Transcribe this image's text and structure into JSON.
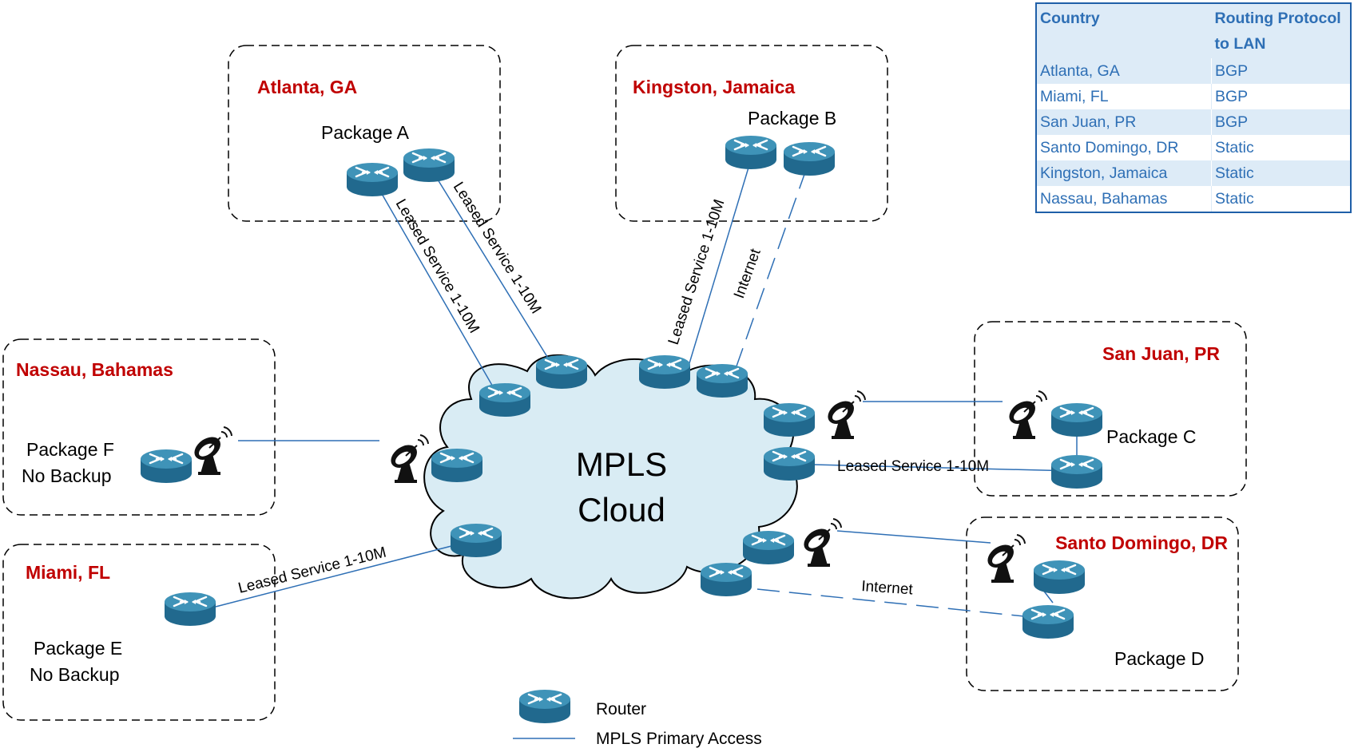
{
  "colors": {
    "site_title": "#c00000",
    "link_line": "#2e6fb5",
    "cloud_fill": "#d9ecf4",
    "router_top": "#3f93b8",
    "router_side": "#21698e",
    "table_header_bg": "#ddebf7",
    "table_text": "#2e6fb5"
  },
  "cloud": {
    "line1": "MPLS",
    "line2": "Cloud"
  },
  "sites": {
    "atlanta": {
      "title": "Atlanta, GA",
      "package": "Package A"
    },
    "kingston": {
      "title": "Kingston, Jamaica",
      "package": "Package B"
    },
    "nassau": {
      "title": "Nassau, Bahamas",
      "package": "Package F",
      "note": "No Backup"
    },
    "miami": {
      "title": "Miami, FL",
      "package": "Package E",
      "note": "No Backup"
    },
    "san_juan": {
      "title": "San Juan, PR",
      "package": "Package C"
    },
    "santo_domingo": {
      "title": "Santo Domingo, DR",
      "package": "Package D"
    }
  },
  "links": {
    "atlanta_1": "Leased Service 1-10M",
    "atlanta_2": "Leased Service 1-10M",
    "kingston_leased": "Leased Service 1-10M",
    "kingston_internet": "Internet",
    "san_juan_leased": "Leased Service 1-10M",
    "miami_leased": "Leased Service 1-10M",
    "santo_domingo_internet": "Internet"
  },
  "legend": {
    "router_icon": "router-icon",
    "router_label": "Router",
    "line_label": "MPLS Primary Access"
  },
  "table": {
    "headers": [
      "Country",
      "Routing Protocol to LAN"
    ],
    "rows": [
      [
        "Atlanta, GA",
        "BGP"
      ],
      [
        "Miami, FL",
        "BGP"
      ],
      [
        "San Juan, PR",
        "BGP"
      ],
      [
        "Santo Domingo, DR",
        "Static"
      ],
      [
        "Kingston, Jamaica",
        "Static"
      ],
      [
        "Nassau, Bahamas",
        "Static"
      ]
    ]
  }
}
